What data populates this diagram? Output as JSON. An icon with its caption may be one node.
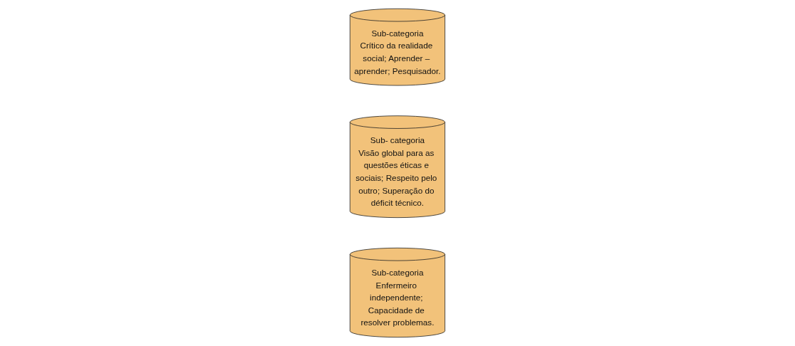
{
  "diagram": {
    "nodes": [
      {
        "text": [
          "Sub-categoria",
          "Crítico da realidade social; Aprender – aprender; Pesquisador."
        ]
      },
      {
        "text": [
          "Sub- categoria",
          "Visão global para as questões éticas e sociais; Respeito pelo outro; Superação do déficit técnico."
        ]
      },
      {
        "text": [
          "Sub-categoria",
          "Enfermeiro independente; Capacidade de resolver problemas."
        ]
      }
    ]
  }
}
